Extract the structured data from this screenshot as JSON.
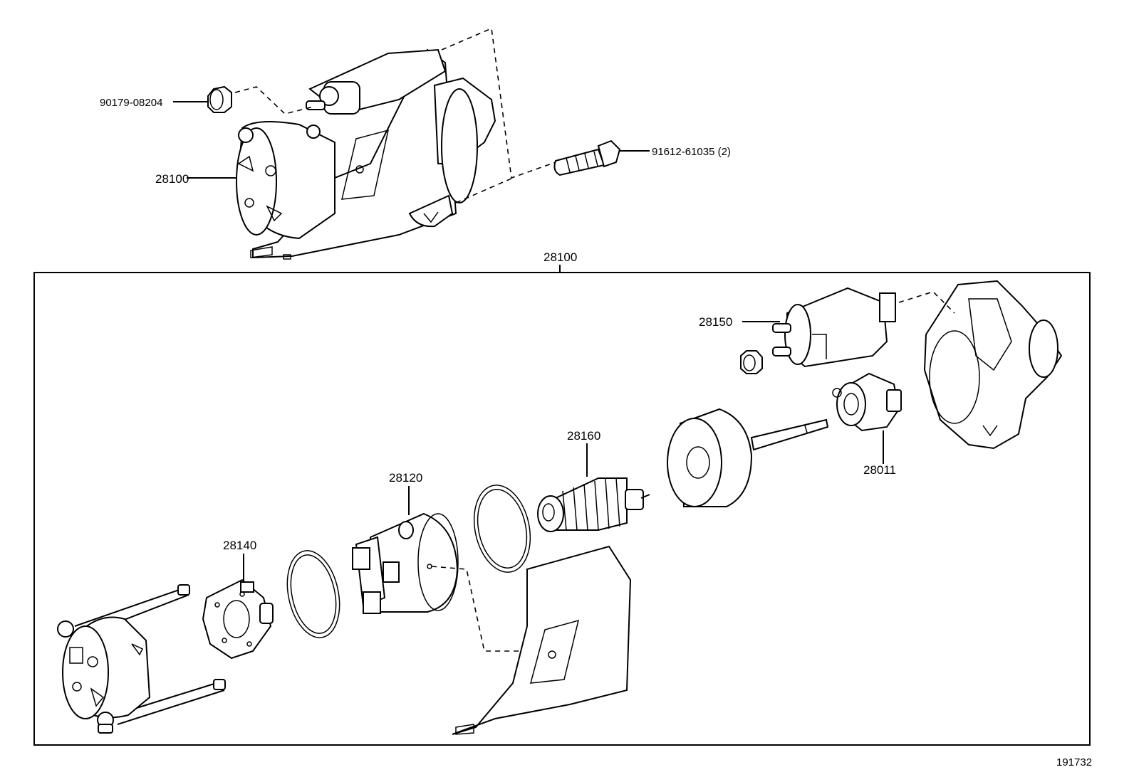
{
  "callouts": {
    "nut_top": "90179-08204",
    "bolt_top": "91612-61035 (2)",
    "starter_top": "28100",
    "assembly_header": "28100",
    "solenoid": "28150",
    "armature": "28160",
    "yoke": "28120",
    "brush_holder": "28140",
    "clutch": "28011"
  },
  "diagram_id": "191732"
}
